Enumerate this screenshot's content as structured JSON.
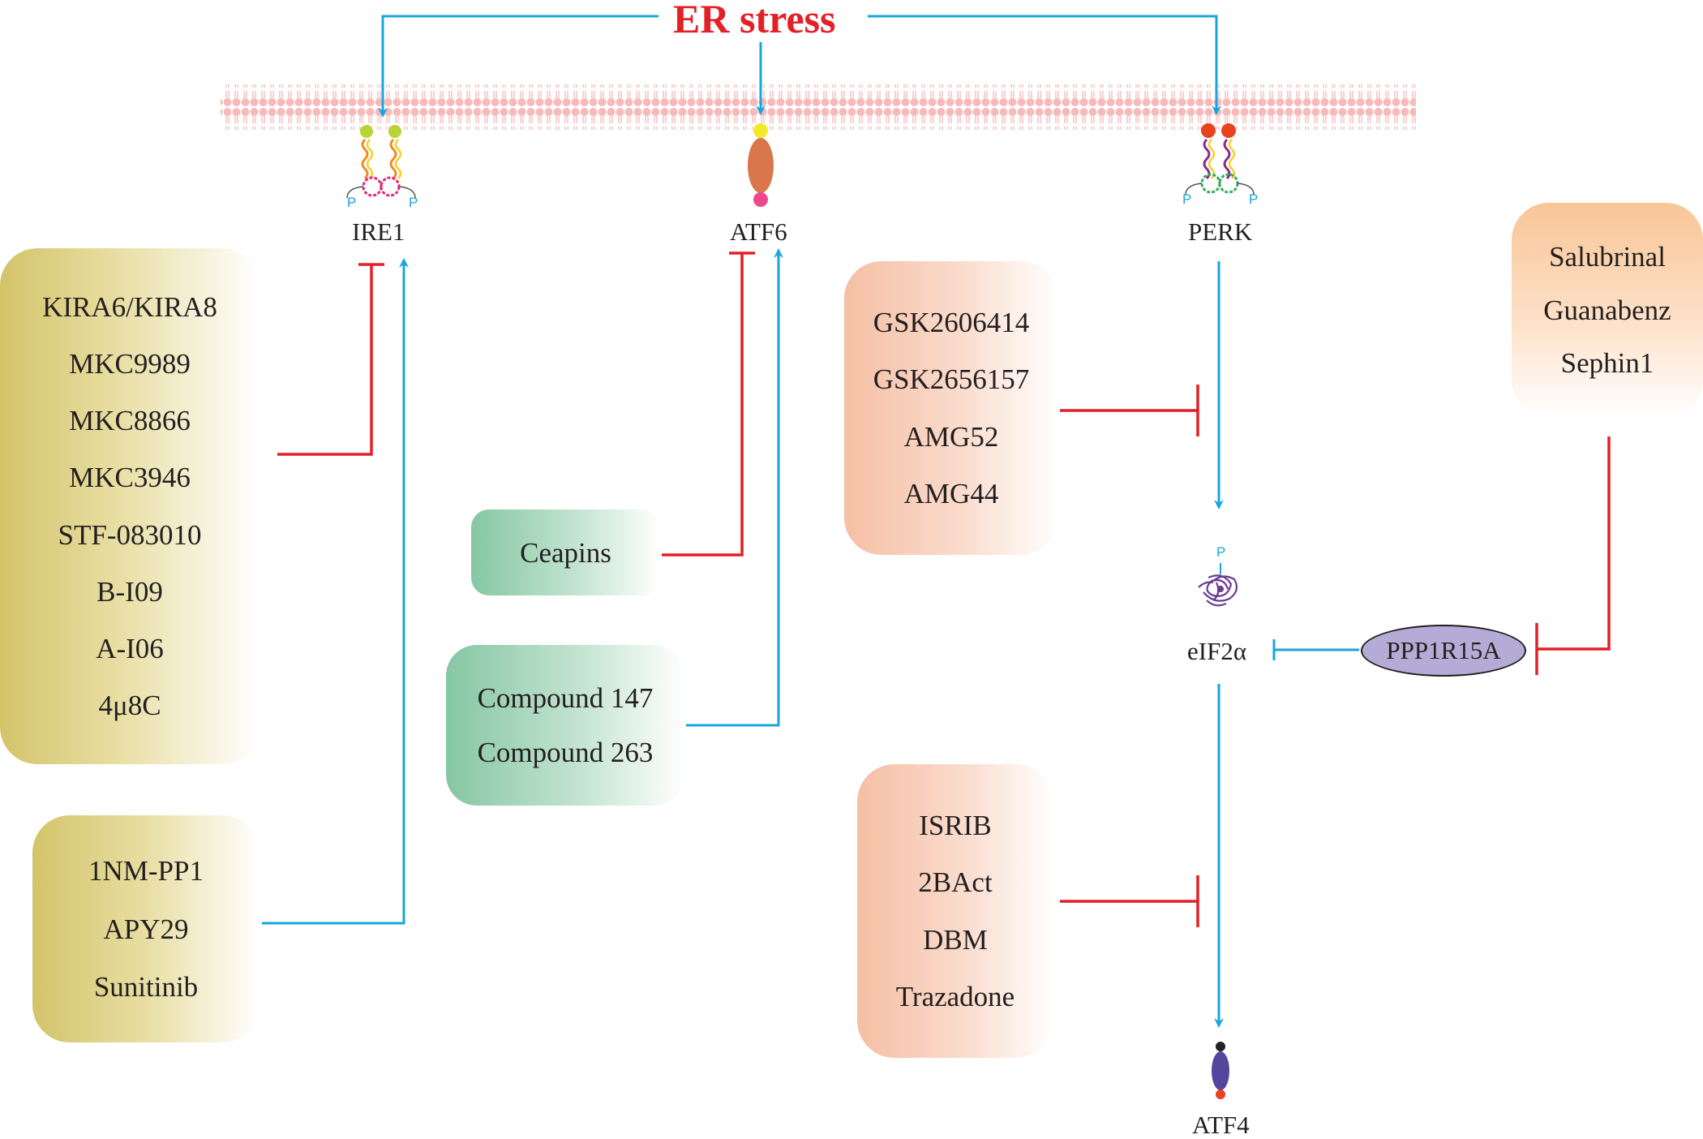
{
  "title": "ER stress",
  "receptors": {
    "ire1": "IRE1",
    "atf6": "ATF6",
    "perk": "PERK",
    "eif2a": "eIF2α",
    "atf4": "ATF4",
    "ppp1r15a": "PPP1R15A",
    "phospho_label": "P"
  },
  "groups": {
    "ire1_inhibitors": [
      "KIRA6/KIRA8",
      "MKC9989",
      "MKC8866",
      "MKC3946",
      "STF-083010",
      "B-I09",
      "A-I06",
      "4μ8C"
    ],
    "ire1_activators": [
      "1NM-PP1",
      "APY29",
      "Sunitinib"
    ],
    "atf6_inhibitors": [
      "Ceapins"
    ],
    "atf6_activators": [
      "Compound 147",
      "Compound 263"
    ],
    "perk_inhibitors": [
      "GSK2606414",
      "GSK2656157",
      "AMG52",
      "AMG44"
    ],
    "eif2_dephos_inhibitors": [
      "Salubrinal",
      "Guanabenz",
      "Sephin1"
    ],
    "isr_inhibitors": [
      "ISRIB",
      "2BAct",
      "DBM",
      "Trazadone"
    ]
  },
  "colors": {
    "activation": "#1aa6dc",
    "inhibition": "#e41f26",
    "title": "#e41f26",
    "membrane": "#f5b5b5"
  }
}
